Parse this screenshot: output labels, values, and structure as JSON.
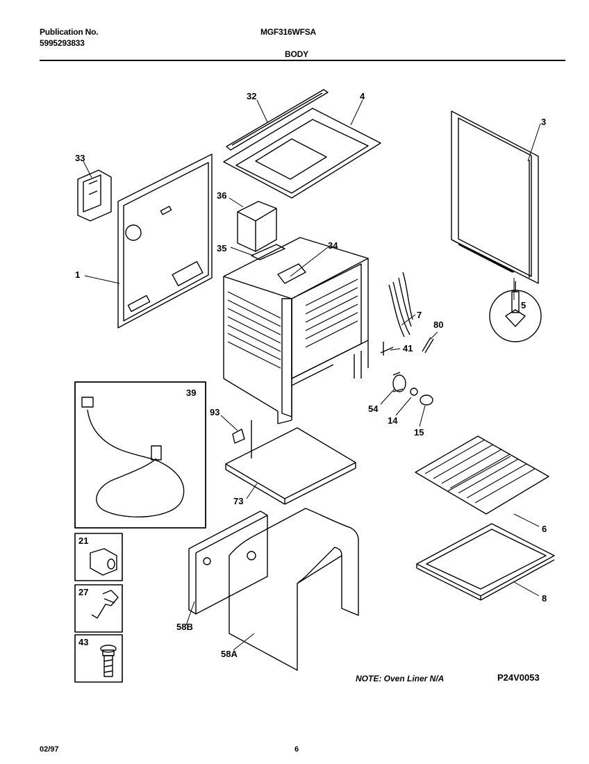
{
  "header": {
    "publication_label": "Publication No.",
    "publication_number": "5995293833",
    "model": "MGF316WFSA",
    "section": "BODY"
  },
  "parts": [
    {
      "id": "32"
    },
    {
      "id": "4"
    },
    {
      "id": "3"
    },
    {
      "id": "33"
    },
    {
      "id": "36"
    },
    {
      "id": "35"
    },
    {
      "id": "34"
    },
    {
      "id": "1"
    },
    {
      "id": "7"
    },
    {
      "id": "80"
    },
    {
      "id": "41"
    },
    {
      "id": "5"
    },
    {
      "id": "39"
    },
    {
      "id": "93"
    },
    {
      "id": "54"
    },
    {
      "id": "14"
    },
    {
      "id": "15"
    },
    {
      "id": "73"
    },
    {
      "id": "6"
    },
    {
      "id": "21"
    },
    {
      "id": "8"
    },
    {
      "id": "27"
    },
    {
      "id": "58B"
    },
    {
      "id": "43"
    },
    {
      "id": "58A"
    }
  ],
  "note": "NOTE: Oven Liner N/A",
  "diagram_code": "P24V0053",
  "footer": {
    "date": "02/97",
    "page": "6"
  }
}
